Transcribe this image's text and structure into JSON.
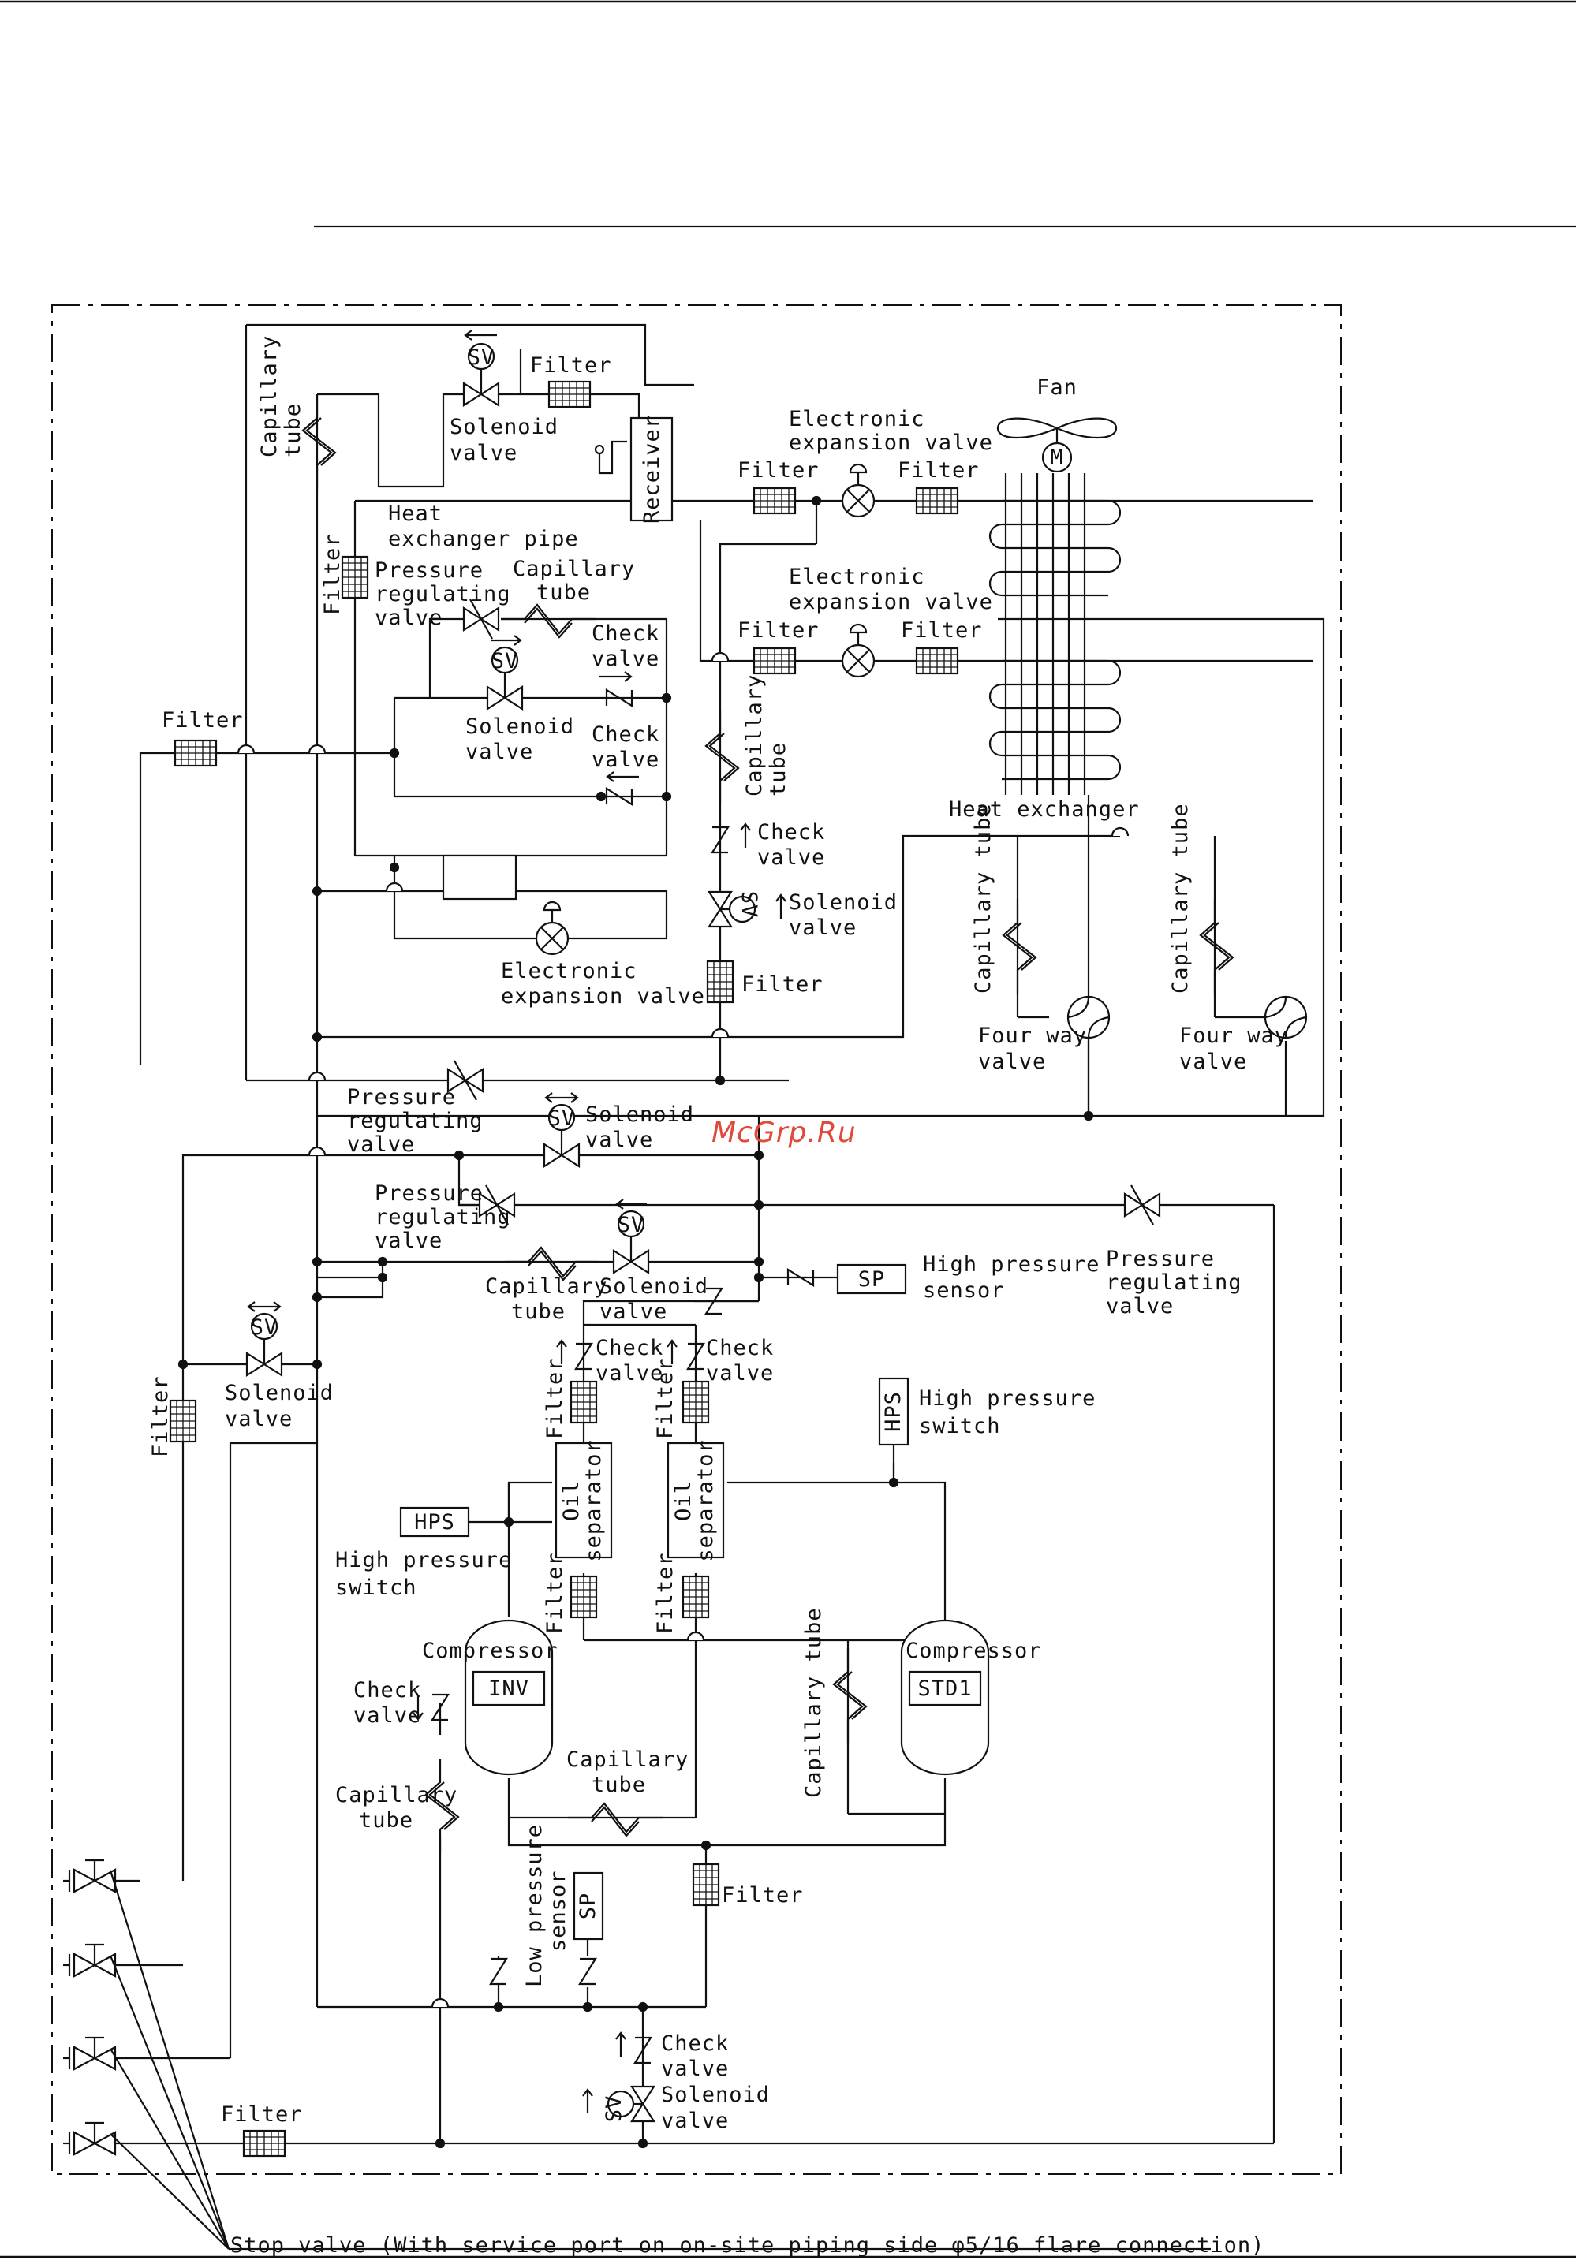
{
  "watermark": "McGrp.Ru",
  "labels": {
    "fan": "Fan",
    "motor": "M",
    "filter": "Filter",
    "solenoid_valve_l1": "Solenoid",
    "solenoid_valve_l2": "valve",
    "receiver": "Receiver",
    "capillary_tube": "Capillary tube",
    "capillary_l1": "Capillary",
    "capillary_l2": "tube",
    "electronic_expansion_valve_l1": "Electronic",
    "electronic_expansion_valve_l2": "expansion valve",
    "heat_exchanger_pipe_l1": "Heat",
    "heat_exchanger_pipe_l2": "exchanger pipe",
    "pressure_regulating_l1": "Pressure",
    "pressure_regulating_l2": "regulating",
    "pressure_regulating_l3": "valve",
    "check_valve_l1": "Check",
    "check_valve_l2": "valve",
    "heat_exchanger": "Heat exchanger",
    "four_way_valve_l1": "Four way",
    "four_way_valve_l2": "valve",
    "sp": "SP",
    "hps": "HPS",
    "high_pressure_sensor_l1": "High pressure",
    "high_pressure_sensor_l2": "sensor",
    "high_pressure_switch_l1": "High pressure",
    "high_pressure_switch_l2": "switch",
    "oil_separator_l1": "Oil",
    "oil_separator_l2": "separator",
    "compressor": "Compressor",
    "inv": "INV",
    "std1": "STD1",
    "low_pressure_sensor_l1": "Low pressure",
    "low_pressure_sensor_l2": "sensor",
    "sv": "SV",
    "stop_valve_note": "Stop valve (With service port on on-site piping side  φ5/16 flare connection)"
  }
}
